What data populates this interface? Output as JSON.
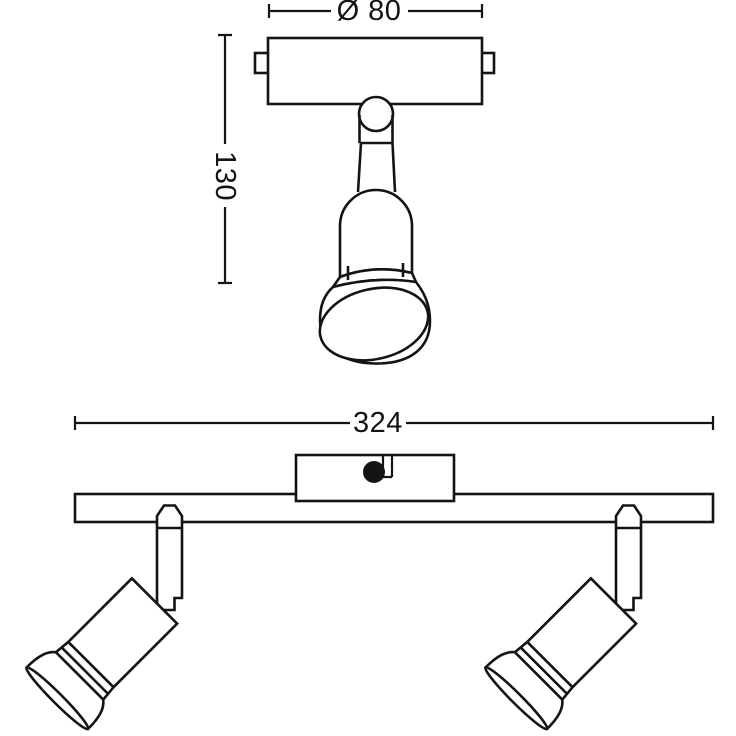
{
  "colors": {
    "line": "#141414",
    "background": "#ffffff"
  },
  "dimensions": {
    "canopy_diameter": {
      "label": "Ø 80",
      "value": 80
    },
    "fixture_height": {
      "label": "130",
      "value": 130
    },
    "bar_length": {
      "label": "324",
      "value": 324
    }
  }
}
